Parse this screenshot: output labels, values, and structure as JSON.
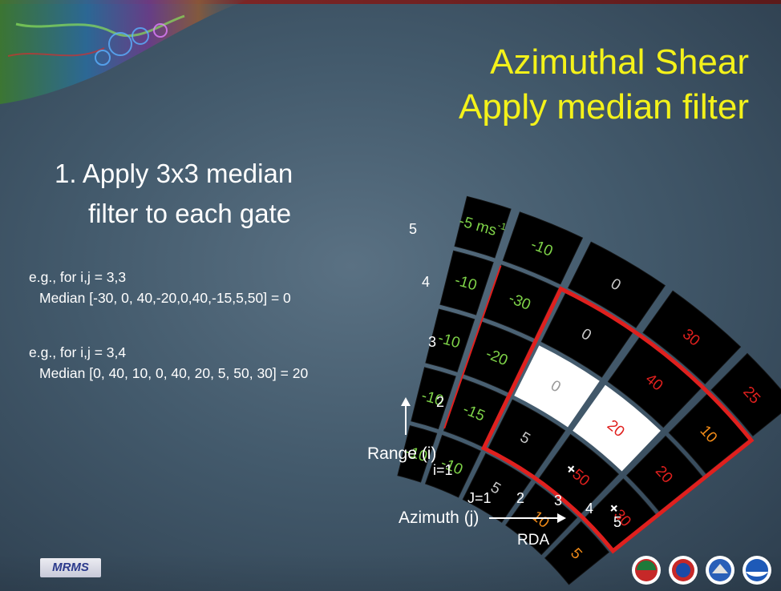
{
  "title_line1": "Azimuthal Shear",
  "title_line2": "Apply median filter",
  "step_line1": "1. Apply 3x3 median",
  "step_line2": "filter to each gate",
  "example1_line1": "e.g., for i,j = 3,3",
  "example1_line2": "Median [-30, 0, 40,-20,0,40,-15,5,50] = 0",
  "example2_line1": "e.g., for i,j = 3,4",
  "example2_line2": "Median [0, 40, 10, 0, 40, 20, 5, 50, 30] = 20",
  "range_label": "Range (i)",
  "azimuth_label": "Azimuth (j)",
  "rda_label": "RDA",
  "row_labels": [
    "i=1",
    "2",
    "3",
    "4",
    "5"
  ],
  "column_labels": [
    "J=1",
    "2",
    "3",
    "4",
    "5"
  ],
  "grid_rows": [
    [
      {
        "text": "-5 ms",
        "sup": "-1",
        "color": "#7ed348",
        "bg": "#000000"
      },
      {
        "text": "-10",
        "color": "#7ed348",
        "bg": "#000000"
      },
      {
        "text": "0",
        "color": "#c8c8c8",
        "bg": "#000000"
      },
      {
        "text": "30",
        "color": "#e0201e",
        "bg": "#000000"
      },
      {
        "text": "25",
        "color": "#e0201e",
        "bg": "#000000"
      }
    ],
    [
      {
        "text": "-10",
        "color": "#7ed348",
        "bg": "#000000"
      },
      {
        "text": "-30",
        "color": "#7ed348",
        "bg": "#000000"
      },
      {
        "text": "0",
        "color": "#c8c8c8",
        "bg": "#000000"
      },
      {
        "text": "40",
        "color": "#e0201e",
        "bg": "#000000"
      },
      {
        "text": "10",
        "color": "#f08a18",
        "bg": "#000000"
      }
    ],
    [
      {
        "text": "-10",
        "color": "#7ed348",
        "bg": "#000000"
      },
      {
        "text": "-20",
        "color": "#7ed348",
        "bg": "#000000"
      },
      {
        "text": "0",
        "color": "#9a9a9a",
        "bg": "#ffffff"
      },
      {
        "text": "20",
        "color": "#e0201e",
        "bg": "#ffffff"
      },
      {
        "text": "20",
        "color": "#e0201e",
        "bg": "#000000"
      }
    ],
    [
      {
        "text": "-10",
        "color": "#7ed348",
        "bg": "#000000"
      },
      {
        "text": "-15",
        "color": "#7ed348",
        "bg": "#000000"
      },
      {
        "text": "5",
        "color": "#c8c8c8",
        "bg": "#000000"
      },
      {
        "text": "50",
        "prefix": "+",
        "color": "#e0201e",
        "bg": "#000000"
      },
      {
        "text": "30",
        "prefix": "+",
        "color": "#e0201e",
        "bg": "#000000"
      }
    ],
    [
      {
        "text": "-10",
        "color": "#7ed348",
        "bg": "#000000"
      },
      {
        "text": "-10",
        "color": "#7ed348",
        "bg": "#000000"
      },
      {
        "text": "5",
        "color": "#c8c8c8",
        "bg": "#000000"
      },
      {
        "text": "10",
        "color": "#f08a18",
        "bg": "#000000"
      },
      {
        "text": "5",
        "color": "#f08a18",
        "bg": "#000000"
      }
    ]
  ],
  "footer_logo_text": "MRMS",
  "colors": {
    "title": "#f4f21a",
    "highlight_box": "#e0201e",
    "selected_gate": "#ffffff"
  },
  "footer_icons": [
    "nssl-logo-icon",
    "noaa-nws-logo-icon",
    "weather-service-logo-icon",
    "noaa-logo-icon"
  ]
}
